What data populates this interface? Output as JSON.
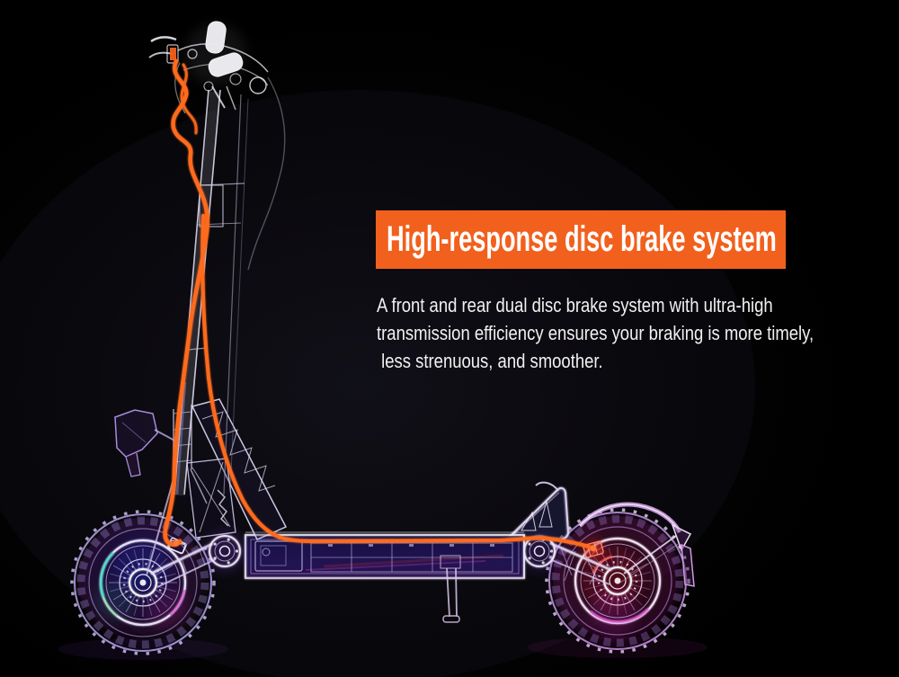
{
  "page": {
    "background_color": "#000000"
  },
  "feature": {
    "headline": "High-response disc brake system",
    "headline_bg_color": "#F2601D",
    "headline_text_color": "#FFFFFF",
    "body_text_color": "#F1F1F1",
    "body_lines": [
      "A front and rear dual disc brake system with ultra-high",
      "transmission efficiency ensures your braking is more timely,",
      " less strenuous, and smoother."
    ]
  },
  "illustration": {
    "name": "electric-scooter-xray-render",
    "description": "X-ray wireframe style render of an off-road electric scooter, side view facing left, on black background",
    "accent_cable_color": "#FF6A1C",
    "wireframe_color": "#E9E4F4",
    "front_wheel_glow_colors": [
      "#2438D8",
      "#3FD9C6",
      "#DF4FD2"
    ],
    "rear_wheel_glow_colors": [
      "#8A1024",
      "#E02BD0"
    ],
    "parts": [
      "handlebar-grips",
      "brake-levers",
      "orange-brake-cables",
      "folding-stem",
      "front-fender",
      "front-wheel",
      "front-disc-brake",
      "neck-truss-beam",
      "deck-battery-box",
      "kickstand",
      "rear-footrest-triangle",
      "swingarms",
      "rear-disc-brake",
      "rear-wheel",
      "rear-fender",
      "mudflap"
    ]
  }
}
